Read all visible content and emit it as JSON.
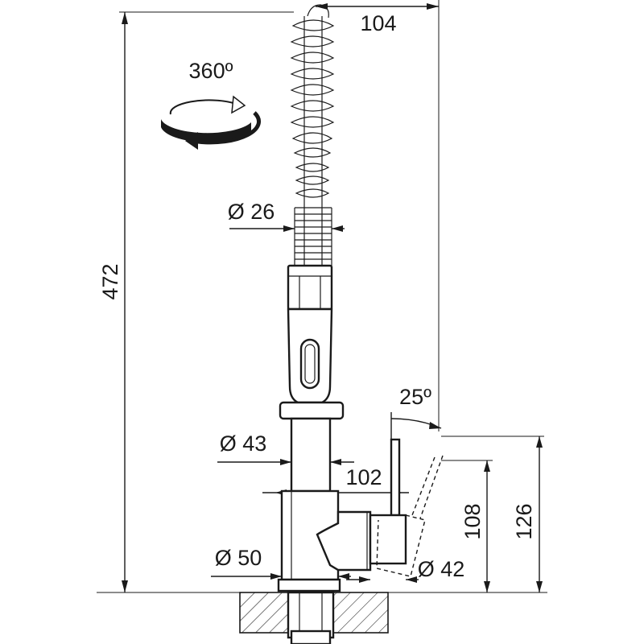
{
  "dimensions": {
    "total_height": "472",
    "spout_reach": "104",
    "rotation": "360º",
    "spring_diameter": "Ø 26",
    "body_upper_diameter": "Ø 43",
    "body_depth": "102",
    "base_diameter": "Ø 50",
    "handle_diameter": "Ø 42",
    "handle_angle": "25º",
    "handle_height": "108",
    "handle_top_height": "126"
  }
}
